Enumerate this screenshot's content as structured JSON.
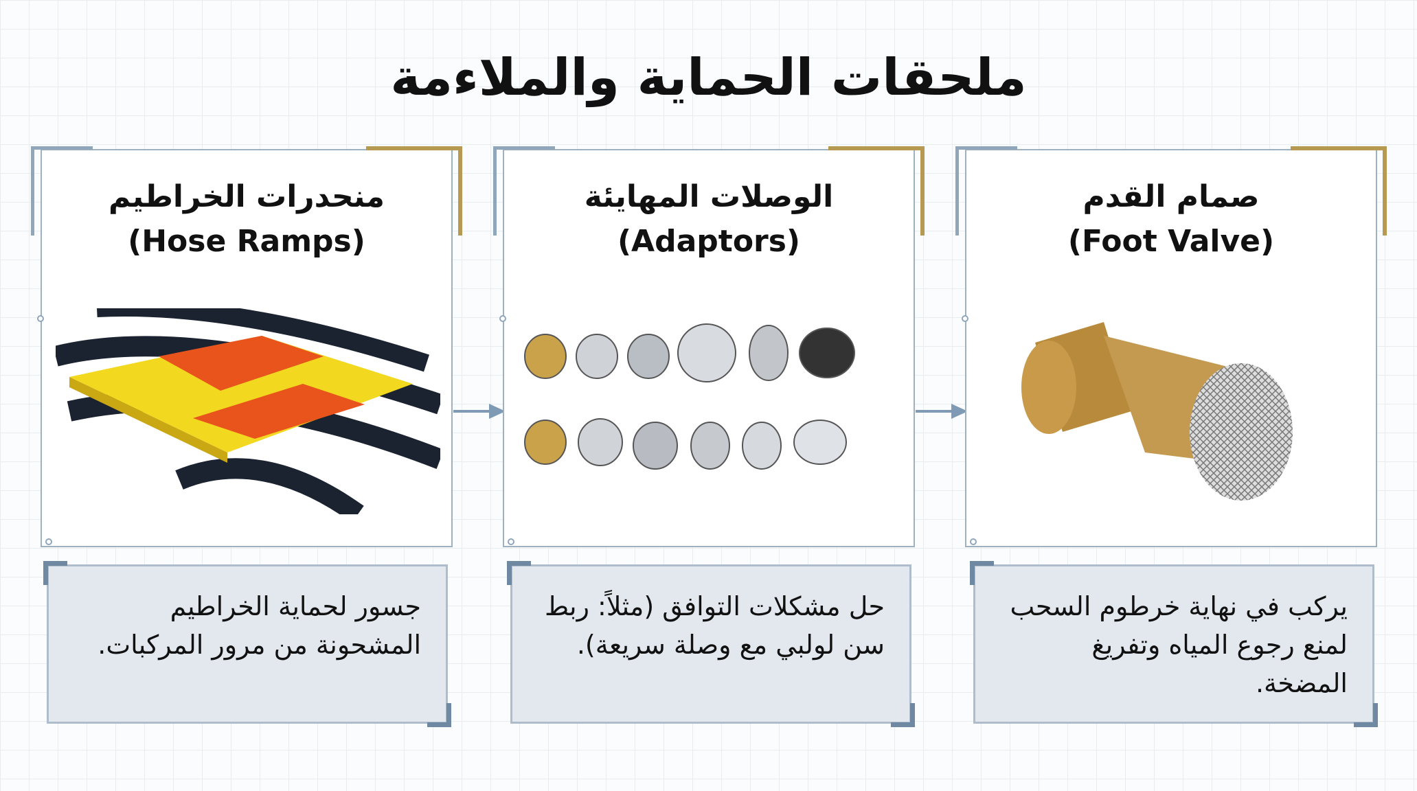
{
  "title": "ملحقات الحماية والملاءمة",
  "cards": [
    {
      "title_ar": "منحدرات الخراطيم",
      "title_en": "(Hose Ramps)",
      "image": "hose-ramp-image",
      "description": "جسور لحماية الخراطيم المشحونة من مرور المركبات."
    },
    {
      "title_ar": "الوصلات المهايئة",
      "title_en": "(Adaptors)",
      "image": "adaptors-image",
      "description": "حل مشكلات التوافق (مثلاً: ربط سن لولبي مع وصلة سريعة)."
    },
    {
      "title_ar": "صمام القدم",
      "title_en": "(Foot Valve)",
      "image": "foot-valve-image",
      "description": "يركب في نهاية خرطوم السحب لمنع رجوع المياه وتفريغ المضخة."
    }
  ],
  "colors": {
    "accent_blue": "#7f9ab4",
    "gold": "#b79a52",
    "desc_bg": "#e3e8ee"
  }
}
